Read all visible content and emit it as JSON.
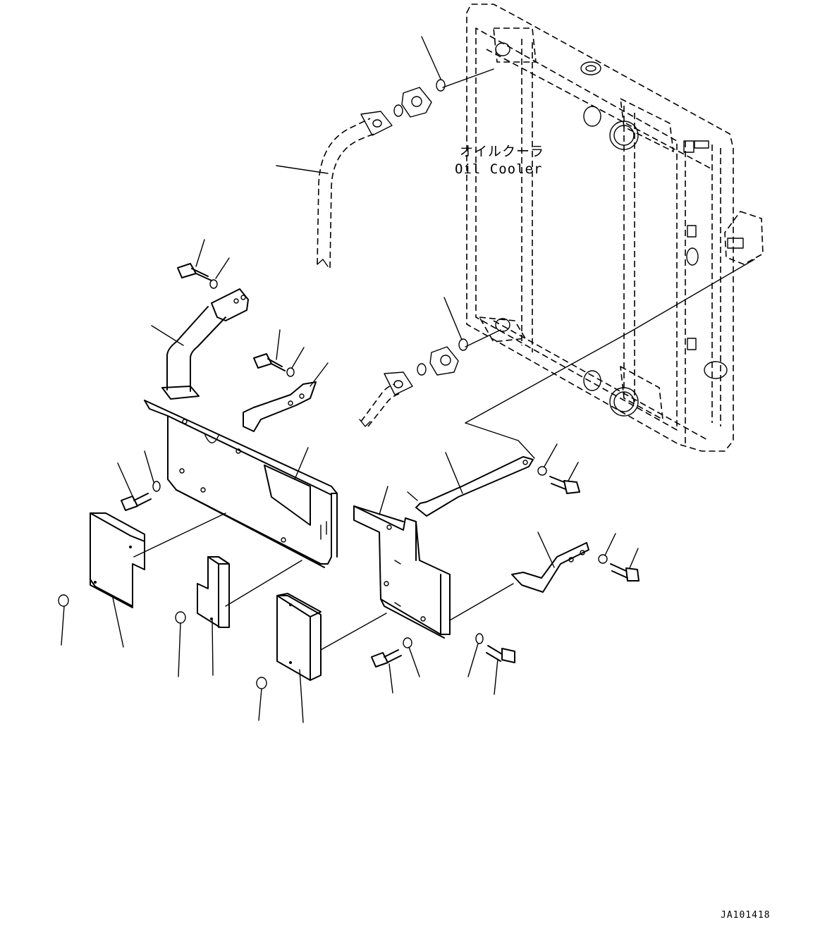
{
  "diagram": {
    "callout_jp": "オイルクーラ",
    "callout_en": "Oil Cooler",
    "drawing_code": "JA101418"
  }
}
